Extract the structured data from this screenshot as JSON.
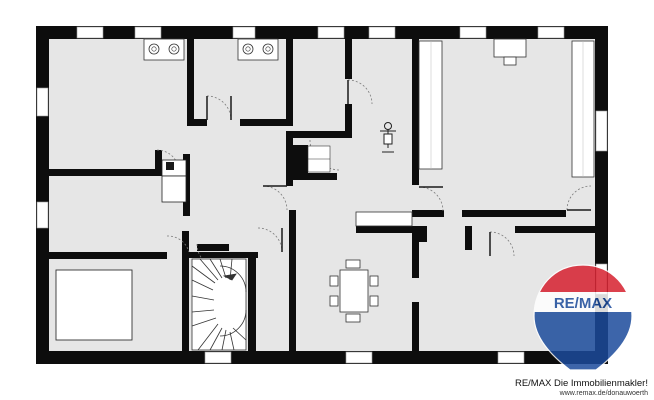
{
  "credits": {
    "agency": "RE/MAX Die Immobilienmakler!",
    "website": "www.remax.de/donauwoerth"
  },
  "logo": {
    "text": "RE/MAX",
    "colors": {
      "red": "#d6202f",
      "blue": "#1c4b9c",
      "white": "#ffffff"
    }
  },
  "colors": {
    "floor": "#e6e6e6",
    "wall": "#0d0d0d",
    "fixture": "#ffffff",
    "door_swing": "#7a7a7a"
  }
}
